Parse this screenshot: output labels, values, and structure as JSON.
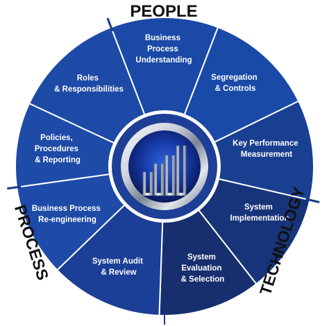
{
  "groups": {
    "people": "PEOPLE",
    "process": "PROCESS",
    "technology": "TECHNOLOGY"
  },
  "segments": [
    {
      "id": "business-process-understanding",
      "lines": [
        "Business",
        "Process",
        "Understanding"
      ],
      "shade": "#1a49a8"
    },
    {
      "id": "segregation-controls",
      "lines": [
        "Segregation",
        "& Controls"
      ],
      "shade": "#1a4aa8"
    },
    {
      "id": "key-performance-measurement",
      "lines": [
        "Key Performance",
        "Measurement"
      ],
      "shade": "#183f90"
    },
    {
      "id": "system-implementation",
      "lines": [
        "System",
        "Implementation"
      ],
      "shade": "#17347a"
    },
    {
      "id": "system-evaluation-selection",
      "lines": [
        "System",
        "Evaluation",
        "& Selection"
      ],
      "shade": "#172f6e"
    },
    {
      "id": "system-audit-review",
      "lines": [
        "System Audit",
        "& Review"
      ],
      "shade": "#1b3f96"
    },
    {
      "id": "business-process-reengineering",
      "lines": [
        "Business Process",
        "Re-engineering"
      ],
      "shade": "#1e4ba8"
    },
    {
      "id": "policies-procedures-reporting",
      "lines": [
        "Policies,",
        "Procedures",
        "& Reporting"
      ],
      "shade": "#1e4ba8"
    },
    {
      "id": "roles-responsibilities",
      "lines": [
        "Roles",
        "& Responsibilities"
      ],
      "shade": "#1d4aa6"
    }
  ],
  "colors": {
    "ring_stroke": "#ffffff",
    "hub_outer": "#1a3a8a",
    "hub_metal_light": "#eef1f6",
    "hub_metal_dark": "#6c7688",
    "hub_inner": "#0b1a57"
  },
  "center_icon": "bar-chart-icon"
}
